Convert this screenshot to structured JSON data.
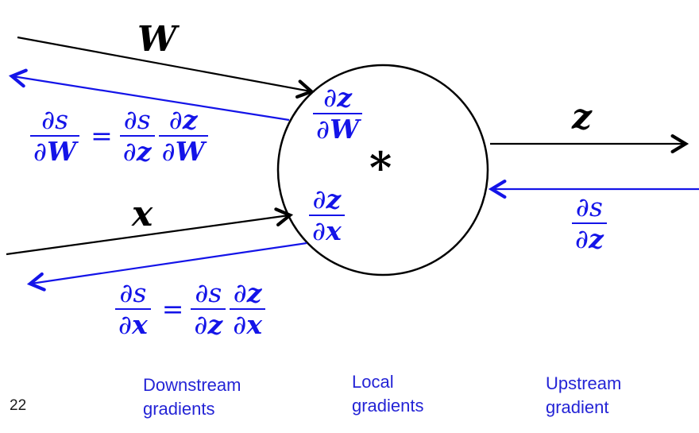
{
  "colors": {
    "math_blue": "#1414E8",
    "caption_blue": "#2424D6",
    "line_black": "#000000"
  },
  "page_number": "22",
  "node": {
    "operator": "*"
  },
  "edge_labels": {
    "w": "W",
    "x": "x",
    "z": "z"
  },
  "local_gradients": {
    "dz_dw": {
      "num_d": "∂",
      "num_v": "z",
      "den_d": "∂",
      "den_v": "W"
    },
    "dz_dx": {
      "num_d": "∂",
      "num_v": "z",
      "den_d": "∂",
      "den_v": "x"
    }
  },
  "upstream_gradient": {
    "ds_dz": {
      "num_d": "∂",
      "num_v": "s",
      "den_d": "∂",
      "den_v": "z"
    }
  },
  "equations": {
    "w": {
      "lhs": {
        "num_d": "∂",
        "num_v": "s",
        "den_d": "∂",
        "den_v": "W"
      },
      "equals": "=",
      "rhs1": {
        "num_d": "∂",
        "num_v": "s",
        "den_d": "∂",
        "den_v": "z"
      },
      "rhs2": {
        "num_d": "∂",
        "num_v": "z",
        "den_d": "∂",
        "den_v": "W"
      }
    },
    "x": {
      "lhs": {
        "num_d": "∂",
        "num_v": "s",
        "den_d": "∂",
        "den_v": "x"
      },
      "equals": "=",
      "rhs1": {
        "num_d": "∂",
        "num_v": "s",
        "den_d": "∂",
        "den_v": "z"
      },
      "rhs2": {
        "num_d": "∂",
        "num_v": "z",
        "den_d": "∂",
        "den_v": "x"
      }
    }
  },
  "captions": {
    "downstream": {
      "line1": "Downstream",
      "line2": "gradients"
    },
    "local": {
      "line1": "Local",
      "line2": "gradients"
    },
    "upstream": {
      "line1": "Upstream",
      "line2": "gradient"
    }
  }
}
